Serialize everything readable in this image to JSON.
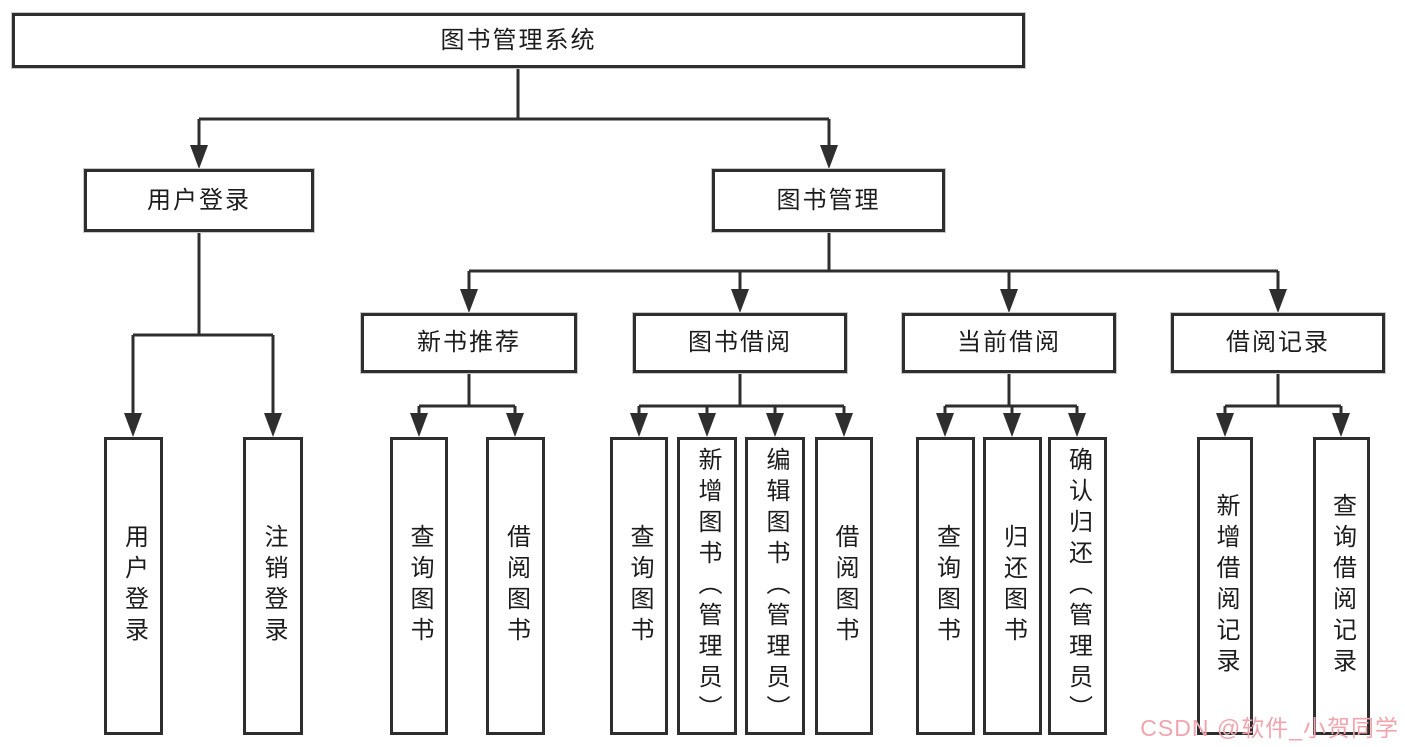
{
  "diagram": {
    "type": "hierarchy-tree",
    "line_color": "#2e2e2e",
    "box_fill": "#ffffff",
    "text_color": "#1c1c1c",
    "root": {
      "label": "图书管理系统"
    },
    "branches": [
      {
        "label": "用户登录",
        "children": [
          {
            "label": "用户登录"
          },
          {
            "label": "注销登录"
          }
        ]
      },
      {
        "label": "图书管理",
        "children": [
          {
            "label": "新书推荐",
            "children": [
              {
                "label": "查询图书"
              },
              {
                "label": "借阅图书"
              }
            ]
          },
          {
            "label": "图书借阅",
            "children": [
              {
                "label": "查询图书"
              },
              {
                "label": "新增图书（管理员）"
              },
              {
                "label": "编辑图书（管理员）"
              },
              {
                "label": "借阅图书"
              }
            ]
          },
          {
            "label": "当前借阅",
            "children": [
              {
                "label": "查询图书"
              },
              {
                "label": "归还图书"
              },
              {
                "label": "确认归还（管理员）"
              }
            ]
          },
          {
            "label": "借阅记录",
            "children": [
              {
                "label": "新增借阅记录"
              },
              {
                "label": "查询借阅记录"
              }
            ]
          }
        ]
      }
    ]
  },
  "watermark": {
    "text": "CSDN @软件_小贺同学",
    "color": "#f0a4ad"
  }
}
